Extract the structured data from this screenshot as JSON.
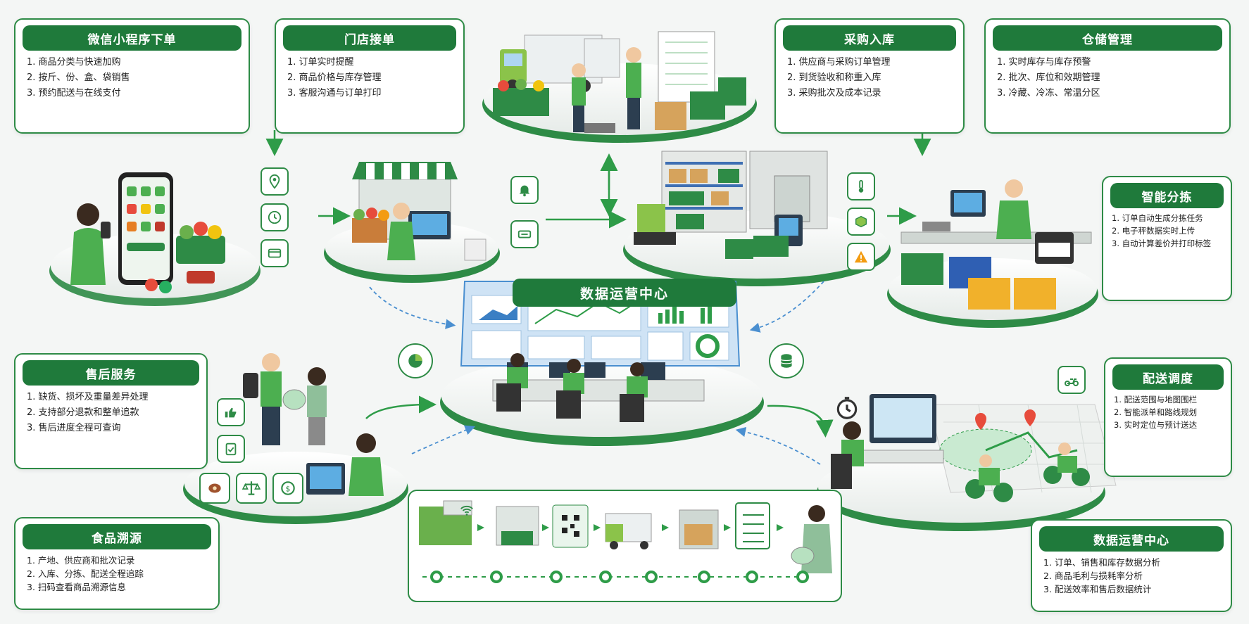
{
  "panels": {
    "wechat": {
      "title": "微信小程序下单",
      "items": [
        "1. 商品分类与快速加购",
        "2. 按斤、份、盒、袋销售",
        "3. 预约配送与在线支付"
      ]
    },
    "store": {
      "title": "门店接单",
      "items": [
        "1. 订单实时提醒",
        "2. 商品价格与库存管理",
        "3. 客服沟通与订单打印"
      ]
    },
    "purchase": {
      "title": "采购入库",
      "items": [
        "1. 供应商与采购订单管理",
        "2. 到货验收和称重入库",
        "3. 采购批次及成本记录"
      ]
    },
    "warehouse": {
      "title": "仓储管理",
      "items": [
        "1. 实时库存与库存预警",
        "2. 批次、库位和效期管理",
        "3. 冷藏、冷冻、常温分区"
      ]
    },
    "sorting": {
      "title": "智能分拣",
      "items": [
        "1. 订单自动生成分拣任务",
        "2. 电子秤数据实时上传",
        "3. 自动计算差价并打印标签"
      ]
    },
    "aftersale": {
      "title": "售后服务",
      "items": [
        "1. 缺货、损坏及重量差异处理",
        "2. 支持部分退款和整单追款",
        "3. 售后进度全程可查询"
      ]
    },
    "delivery": {
      "title": "配送调度",
      "items": [
        "1. 配送范围与地图围栏",
        "2. 智能派单和路线规划",
        "3. 实时定位与预计送达"
      ]
    },
    "trace": {
      "title": "食品溯源",
      "items": [
        "1. 产地、供应商和批次记录",
        "2. 入库、分拣、配送全程追踪",
        "3. 扫码查看商品溯源信息"
      ]
    },
    "ops": {
      "title": "数据运营中心",
      "items": [
        "1. 订单、销售和库存数据分析",
        "2. 商品毛利与损耗率分析",
        "3. 配送效率和售后数据统计"
      ]
    }
  },
  "center": {
    "title": "数据运营中心"
  },
  "colors": {
    "primary": "#1f7a3b",
    "border": "#2e8b46",
    "accent_blue": "#3b7fc4"
  },
  "icons": [
    "location-icon",
    "clock-icon",
    "card-icon",
    "bell-icon",
    "ticket-icon",
    "thermometer-icon",
    "box-icon",
    "warning-icon",
    "pie-chart-icon",
    "database-icon",
    "thumbs-up-icon",
    "clipboard-icon",
    "meat-icon",
    "scale-icon",
    "refund-icon",
    "stopwatch-icon",
    "scooter-icon",
    "wifi-icon"
  ]
}
